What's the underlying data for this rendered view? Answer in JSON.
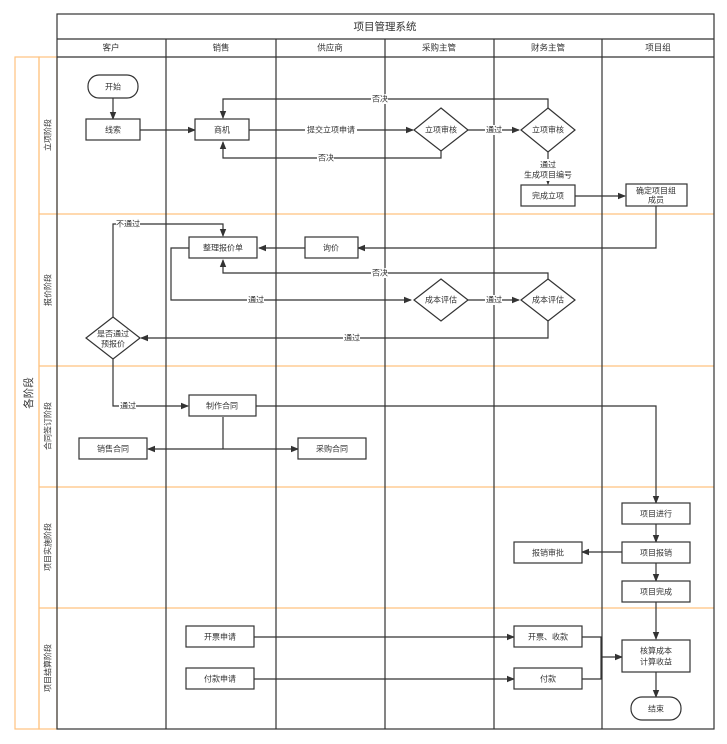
{
  "diagram": {
    "title": "项目管理系统",
    "outer_label": "各阶段",
    "colors": {
      "line": "#333333",
      "phase_border": "#ffc27f",
      "background": "#ffffff"
    },
    "lanes": [
      "客户",
      "销售",
      "供应商",
      "采购主管",
      "财务主管",
      "项目组"
    ],
    "phases": [
      "立项阶段",
      "报价阶段",
      "合同签订阶段",
      "项目实施阶段",
      "项目结算阶段"
    ],
    "nodes": {
      "start": "开始",
      "lead": "线索",
      "opportunity": "商机",
      "project_review_purchase": "立项审核",
      "project_review_finance": "立项审核",
      "project_complete": "完成立项",
      "team_confirm_1": "确定项目组",
      "team_confirm_2": "成员",
      "inquiry": "询价",
      "quote_prepare": "整理报价单",
      "cost_eval_purchase": "成本评估",
      "cost_eval_finance": "成本评估",
      "prequote_1": "是否通过",
      "prequote_2": "预报价",
      "make_contract": "制作合同",
      "sales_contract": "销售合同",
      "purchase_contract": "采购合同",
      "project_running": "项目进行",
      "project_expense": "项目报销",
      "expense_approval": "报销审批",
      "project_done": "项目完成",
      "invoice_request": "开票申请",
      "payment_request": "付款申请",
      "invoice_collect": "开票、收款",
      "payment": "付款",
      "settle_1": "核算成本",
      "settle_2": "计算收益",
      "end": "结束"
    },
    "edge_labels": {
      "submit_project": "提交立项申请",
      "reject_top": "否决",
      "reject_bottom": "否决",
      "pass_review": "通过",
      "pass_generate_1": "通过",
      "pass_generate_2": "生成项目编号",
      "not_pass": "不通过",
      "reject_cost": "否决",
      "pass_to_cost": "通过",
      "pass_cost": "通过",
      "pass_prequote": "通过",
      "pass_contract": "通过"
    }
  }
}
